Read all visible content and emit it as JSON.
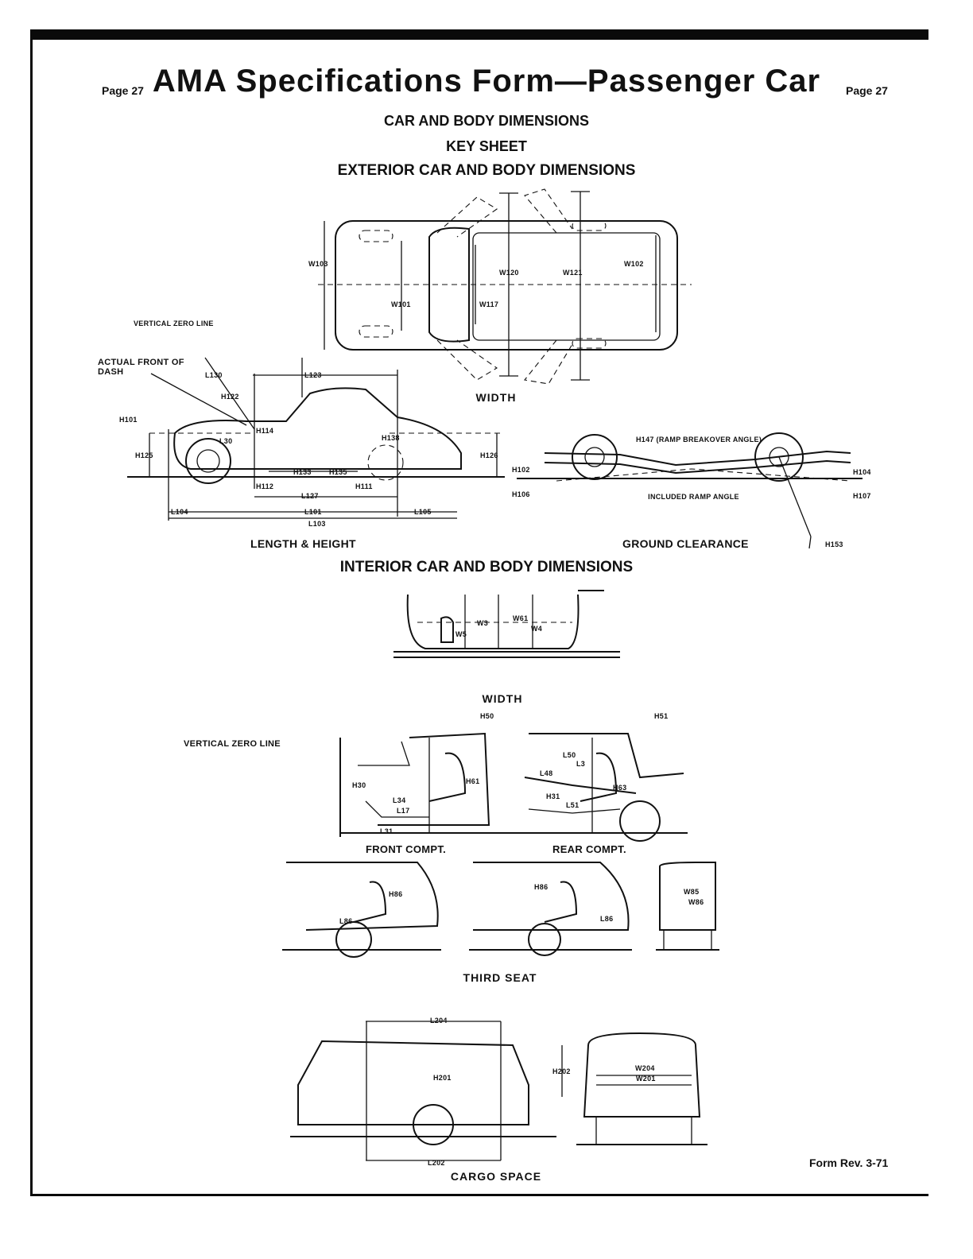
{
  "header": {
    "page_left": "Page 27",
    "title": "AMA Specifications Form—Passenger Car",
    "page_right": "Page 27",
    "subtitle1": "CAR AND BODY DIMENSIONS",
    "subtitle2": "KEY SHEET",
    "section_exterior": "EXTERIOR CAR AND BODY DIMENSIONS",
    "section_interior": "INTERIOR CAR AND BODY DIMENSIONS"
  },
  "width_top": {
    "caption": "WIDTH",
    "labels": [
      "W103",
      "W120",
      "W121",
      "W102",
      "W101",
      "W117"
    ]
  },
  "length_height": {
    "caption": "LENGTH & HEIGHT",
    "vertical_zero_line": "VERTICAL ZERO LINE",
    "actual_front_of_dash": "ACTUAL FRONT OF DASH",
    "labels": [
      "L130",
      "L123",
      "H122",
      "H101",
      "H114",
      "H138",
      "L30",
      "H125",
      "H126",
      "H133",
      "H135",
      "H112",
      "H111",
      "L127",
      "L104",
      "L101",
      "L105",
      "L103"
    ]
  },
  "ground_clearance": {
    "caption": "GROUND CLEARANCE",
    "ramp_breakover": "H147 (RAMP BREAKOVER ANGLE)",
    "included_ramp": "INCLUDED RAMP ANGLE",
    "labels": [
      "H102",
      "H106",
      "H104",
      "H107",
      "H153"
    ]
  },
  "interior_width": {
    "caption": "WIDTH",
    "labels": [
      "W3",
      "W5",
      "W61",
      "W4"
    ]
  },
  "compartments": {
    "vertical_zero_line": "VERTICAL ZERO LINE",
    "front_caption": "FRONT COMPT.",
    "rear_caption": "REAR COMPT.",
    "front_labels": [
      "H50",
      "H30",
      "H61",
      "L34",
      "L17",
      "L31"
    ],
    "rear_labels": [
      "H51",
      "L50",
      "L3",
      "L48",
      "H31",
      "H63",
      "L51"
    ]
  },
  "third_seat": {
    "caption": "THIRD SEAT",
    "labels": [
      "H86",
      "L86",
      "H86",
      "L86",
      "W85",
      "W86"
    ]
  },
  "cargo": {
    "caption": "CARGO SPACE",
    "labels": [
      "L204",
      "H202",
      "H201",
      "L202",
      "W204",
      "W201"
    ]
  },
  "footer": {
    "form_rev": "Form Rev. 3-71"
  }
}
